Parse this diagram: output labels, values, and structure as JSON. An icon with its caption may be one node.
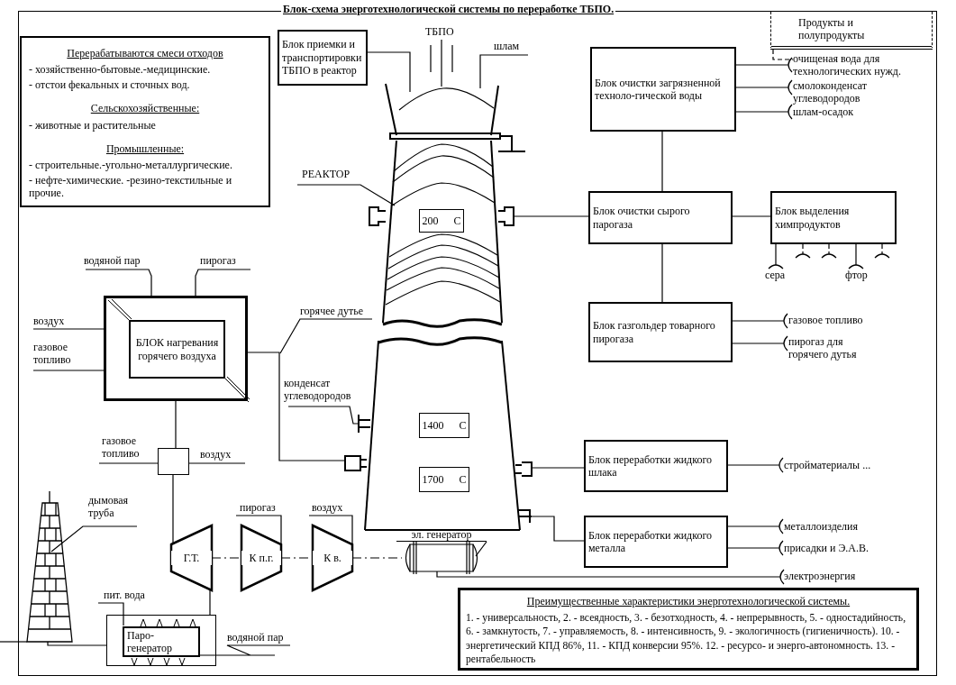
{
  "diagram": {
    "title": "Блок-схема энерготехнологической системы по переработке ТБПО.",
    "nodes": [
      {
        "text": [
          "Блок приемки и транспортировки ТБПО в реактор"
        ]
      },
      {
        "text": [],
        "shape": "tower"
      },
      {
        "text": [
          "200 C"
        ],
        "in": 1
      },
      {
        "text": [
          "1400 C"
        ],
        "in": 1
      },
      {
        "text": [
          "1700 C"
        ],
        "in": 1
      },
      {
        "text": [
          "РЕАКТОР"
        ]
      },
      {
        "text": [
          "Блок очистки загрязненной техноло-гической воды"
        ]
      },
      {
        "text": [
          "Блок очистки сырого парогаза"
        ]
      },
      {
        "text": [
          "Блок выделения химпродуктов"
        ]
      },
      {
        "text": [
          "Блок газгольдер товарного пирогаза"
        ]
      },
      {
        "text": [
          "Блок переработки жидкого шлака"
        ]
      },
      {
        "text": [
          "Блок переработки жидкого металла"
        ]
      },
      {
        "text": [],
        "shape": "box"
      },
      {
        "text": [
          "БЛОК нагревания горячего воздуха"
        ],
        "in": 12
      },
      {
        "text": [],
        "shape": "box"
      },
      {
        "text": [
          "Г.Т."
        ]
      },
      {
        "text": [
          "К п.г."
        ]
      },
      {
        "text": [
          "К в."
        ]
      },
      {
        "text": [
          "эл. генератор"
        ]
      },
      {
        "text": [],
        "shape": "tower"
      },
      {
        "text": [
          "дымовая труба"
        ]
      },
      {
        "text": [],
        "shape": "box"
      },
      {
        "text": [
          "Паро-генератор"
        ],
        "in": 21
      },
      {
        "text": [
          "Продукты и полупродукты"
        ]
      },
      {
        "text": [
          "Перерабатываются смеси отходов",
          "- хозяйственно-бытовые.-медицинские.",
          "- отстои фекальных и сточных вод.",
          "Сельскохозяйственные:",
          "- животные и растительные",
          "Промышленные:",
          "- строительные.-угольно-металлургические.",
          "- нефте-химические. -резино-текстильные и прочие."
        ]
      },
      {
        "text": [
          "Преимущественные характеристики энерготехнологической системы.",
          "1. - универсальность, 2. - всеядность, 3. - безотходность, 4. - непрерывность, 5. - одностадийность, 6. - замкнутость, 7. - управляемость, 8. - интенсивность, 9. - экологичность (гигиеничность). 10. - энергетический КПД 86%, 11. - КПД конверсии 95%. 12. - ресурсо- и энерго-автономность. 13. - рентабельность"
        ]
      },
      {
        "text": [
          "ТБПО"
        ]
      },
      {
        "text": [
          "шлам"
        ]
      },
      {
        "text": [
          "очищеная вода для технологических нужд."
        ]
      },
      {
        "text": [
          "смолоконденсат углеводородов"
        ]
      },
      {
        "text": [
          "шлам-осадок"
        ]
      },
      {
        "text": [
          "сера"
        ]
      },
      {
        "text": [
          "фтор"
        ]
      },
      {
        "text": [
          "газовое топливо"
        ]
      },
      {
        "text": [
          "пирогаз для горячего дутья"
        ]
      },
      {
        "text": [
          "стройматериалы ..."
        ]
      },
      {
        "text": [
          "металлоизделия"
        ]
      },
      {
        "text": [
          "присадки и Э.А.В."
        ]
      },
      {
        "text": [
          "электроэнергия"
        ]
      },
      {
        "text": [
          "водяной пар"
        ]
      },
      {
        "text": [
          "пирогаз"
        ]
      },
      {
        "text": [
          "воздух"
        ]
      },
      {
        "text": [
          "газовое топливо"
        ]
      },
      {
        "text": [
          "горячее дутье"
        ]
      },
      {
        "text": [
          "конденсат углеводородов"
        ]
      },
      {
        "text": [
          "газовое топливо"
        ]
      },
      {
        "text": [
          "воздух"
        ]
      },
      {
        "text": [
          "пирогаз"
        ]
      },
      {
        "text": [
          "воздух"
        ]
      },
      {
        "text": [
          "пит. вода"
        ]
      },
      {
        "text": [
          "водяной пар"
        ]
      }
    ],
    "edges": [
      {
        "from": 0,
        "to": 1,
        "arrow": "none"
      },
      {
        "from": 26,
        "to": 1,
        "arrow": "none"
      },
      {
        "from": 27,
        "to": 1,
        "arrow": "none"
      },
      {
        "from": 5,
        "to": 1,
        "arrow": "none"
      },
      {
        "from": 1,
        "to": 7,
        "arrow": "none"
      },
      {
        "from": 6,
        "to": 7,
        "arrow": "none"
      },
      {
        "from": 7,
        "to": 8,
        "arrow": "none"
      },
      {
        "from": 7,
        "to": 9,
        "arrow": "none"
      },
      {
        "from": 1,
        "to": 10,
        "arrow": "none"
      },
      {
        "from": 1,
        "to": 11,
        "arrow": "none"
      },
      {
        "from": 6,
        "to": 28,
        "arrow": "other"
      },
      {
        "from": 6,
        "to": 29,
        "arrow": "other"
      },
      {
        "from": 6,
        "to": 30,
        "arrow": "other"
      },
      {
        "from": 8,
        "to": 31,
        "arrow": "other"
      },
      {
        "from": 8,
        "to": null,
        "arrow": "other",
        "style": "dashed"
      },
      {
        "from": 8,
        "to": null,
        "arrow": "other",
        "style": "dashed"
      },
      {
        "from": 8,
        "to": 32,
        "arrow": "other"
      },
      {
        "from": 8,
        "to": null,
        "arrow": "other",
        "style": "dashed"
      },
      {
        "from": 9,
        "to": 33,
        "arrow": "other"
      },
      {
        "from": 9,
        "to": 34,
        "arrow": "other"
      },
      {
        "from": 10,
        "to": 35,
        "arrow": "other"
      },
      {
        "from": 11,
        "to": 36,
        "arrow": "other"
      },
      {
        "from": 11,
        "to": 37,
        "arrow": "other"
      },
      {
        "from": 18,
        "to": 38,
        "arrow": "other"
      },
      {
        "from": 23,
        "to": 28,
        "arrow": "none",
        "style": "dashed"
      },
      {
        "from": 39,
        "to": 12,
        "arrow": "none"
      },
      {
        "from": 40,
        "to": 12,
        "arrow": "none"
      },
      {
        "from": 41,
        "to": 12,
        "arrow": "none"
      },
      {
        "from": 42,
        "to": 12,
        "arrow": "none"
      },
      {
        "from": 12,
        "to": 14,
        "arrow": "none"
      },
      {
        "from": 45,
        "to": 14,
        "arrow": "none"
      },
      {
        "from": 46,
        "to": 14,
        "arrow": "none"
      },
      {
        "from": 14,
        "to": 15,
        "arrow": "none"
      },
      {
        "from": 12,
        "to": 1,
        "arrow": "none"
      },
      {
        "from": 43,
        "to": null,
        "arrow": "none"
      },
      {
        "from": 44,
        "to": 1,
        "arrow": "none"
      },
      {
        "from": 15,
        "to": 16,
        "arrow": "none",
        "style": "dashed"
      },
      {
        "from": 16,
        "to": 17,
        "arrow": "none",
        "style": "dashed"
      },
      {
        "from": 17,
        "to": 18,
        "arrow": "none",
        "style": "dashed"
      },
      {
        "from": 47,
        "to": 16,
        "arrow": "none"
      },
      {
        "from": 48,
        "to": 17,
        "arrow": "none"
      },
      {
        "from": 15,
        "to": 21,
        "arrow": "none"
      },
      {
        "from": 49,
        "to": 22,
        "arrow": "none"
      },
      {
        "from": 22,
        "to": 50,
        "arrow": "none"
      },
      {
        "from": 21,
        "to": 19,
        "arrow": "none"
      },
      {
        "from": 20,
        "to": 19,
        "arrow": "none"
      },
      {
        "from": 19,
        "to": null,
        "arrow": "none"
      }
    ]
  }
}
